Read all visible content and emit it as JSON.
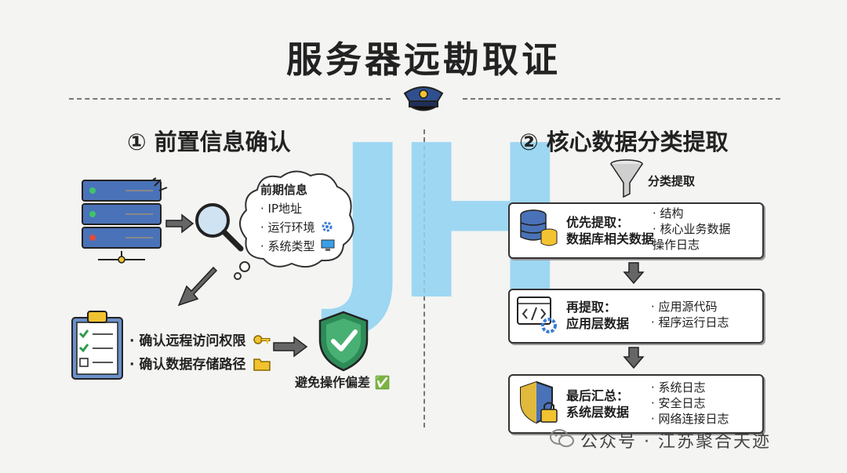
{
  "title": "服务器远勘取证",
  "watermark": "JH",
  "left": {
    "heading": "① 前置信息确认",
    "cloud": {
      "heading": "前期信息",
      "items": [
        "· IP地址",
        "· 运行环境",
        "· 系统类型"
      ]
    },
    "checklist": [
      "· 确认远程访问权限",
      "· 确认数据存储路径"
    ],
    "shield_caption": "避免操作偏差 ✅"
  },
  "right": {
    "heading": "② 核心数据分类提取",
    "funnel_label": "分类提取",
    "boxes": [
      {
        "main": [
          "优先提取：",
          "数据库相关数据"
        ],
        "list": [
          "· 结构",
          "· 核心业务数据",
          "操作日志"
        ]
      },
      {
        "main": [
          "再提取：",
          "应用层数据"
        ],
        "list": [
          "· 应用源代码",
          "· 程序运行日志"
        ]
      },
      {
        "main": [
          "最后汇总：",
          "系统层数据"
        ],
        "list": [
          "· 系统日志",
          "· 安全日志",
          "· 网络连接日志"
        ]
      }
    ]
  },
  "footer": "公众号 · 江苏聚合天迹",
  "colors": {
    "watermark": "#8fd3f3",
    "shield": "#2e8b57",
    "server": "#4a72b8",
    "accent": "#f2c230"
  }
}
